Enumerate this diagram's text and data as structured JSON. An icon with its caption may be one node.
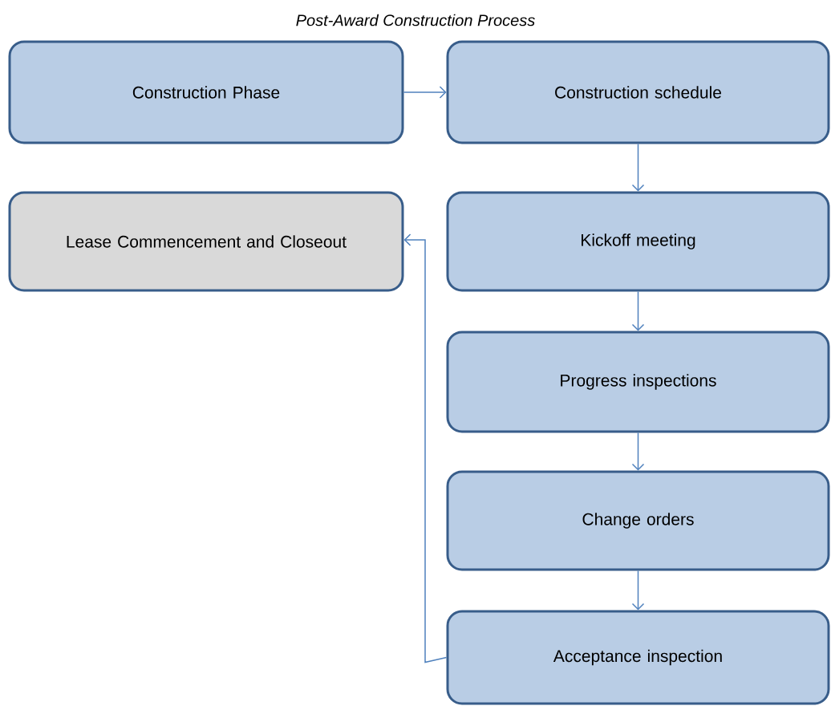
{
  "diagram": {
    "title": "Post-Award Construction Process",
    "nodes": [
      {
        "text": [
          "Construction Phase"
        ]
      },
      {
        "text": [
          "Construction schedule"
        ]
      },
      {
        "text": [
          "Lease Commencement and Closeout"
        ]
      },
      {
        "text": [
          "Kickoff meeting"
        ]
      },
      {
        "text": [
          "Progress inspections"
        ]
      },
      {
        "text": [
          "Change orders"
        ]
      },
      {
        "text": [
          "Acceptance inspection"
        ]
      }
    ],
    "edges": [
      {
        "from": 0,
        "to": 1,
        "arrow": "to"
      },
      {
        "from": 1,
        "to": 3,
        "arrow": "to"
      },
      {
        "from": 3,
        "to": 4,
        "arrow": "to"
      },
      {
        "from": 4,
        "to": 5,
        "arrow": "to"
      },
      {
        "from": 5,
        "to": 6,
        "arrow": "to"
      },
      {
        "from": 6,
        "to": 2,
        "arrow": "to"
      }
    ]
  }
}
